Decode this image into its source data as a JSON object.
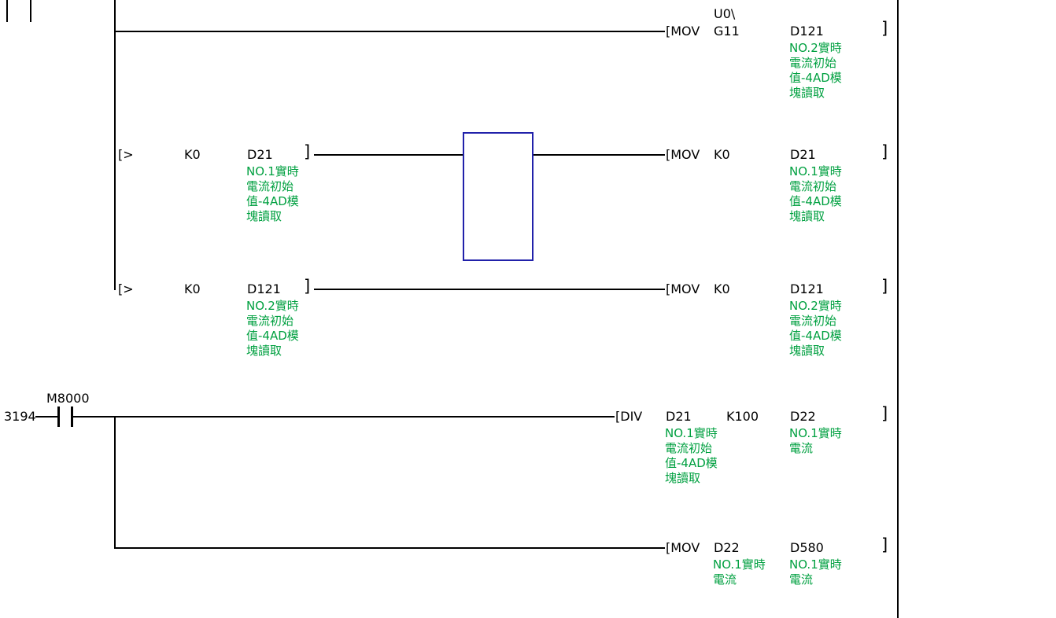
{
  "app": "plc-ladder-editor",
  "colors": {
    "background": "#ffffff",
    "line": "#000000",
    "device_text": "#000000",
    "comment_text": "#00a040",
    "cursor_border": "#2121aa"
  },
  "step_number": "3194",
  "contact_m8000": {
    "label": "M8000"
  },
  "rung1": {
    "instruction": "[MOV",
    "operand1_line1": "U0\\",
    "operand1_line2": "G11",
    "operand2": "D121",
    "close": "]",
    "operand2_comment": "NO.2實時\n電流初始\n值-4AD模\n塊讀取"
  },
  "rung2": {
    "compare": {
      "open": "[>",
      "operand1": "K0",
      "operand2": "D21",
      "close": "]",
      "operand2_comment": "NO.1實時\n電流初始\n值-4AD模\n塊讀取"
    },
    "output": {
      "instruction": "[MOV",
      "operand1": "K0",
      "operand2": "D21",
      "close": "]",
      "operand2_comment": "NO.1實時\n電流初始\n值-4AD模\n塊讀取"
    }
  },
  "rung3": {
    "compare": {
      "open": "[>",
      "operand1": "K0",
      "operand2": "D121",
      "close": "]",
      "operand2_comment": "NO.2實時\n電流初始\n值-4AD模\n塊讀取"
    },
    "output": {
      "instruction": "[MOV",
      "operand1": "K0",
      "operand2": "D121",
      "close": "]",
      "operand2_comment": "NO.2實時\n電流初始\n值-4AD模\n塊讀取"
    }
  },
  "rung4": {
    "instruction": "[DIV",
    "operand1": "D21",
    "operand2": "K100",
    "operand3": "D22",
    "close": "]",
    "operand1_comment": "NO.1實時\n電流初始\n值-4AD模\n塊讀取",
    "operand3_comment": "NO.1實時\n電流"
  },
  "rung5": {
    "instruction": "[MOV",
    "operand1": "D22",
    "operand2": "D580",
    "close": "]",
    "operand1_comment": "NO.1實時\n電流",
    "operand2_comment": "NO.1實時\n電流"
  }
}
